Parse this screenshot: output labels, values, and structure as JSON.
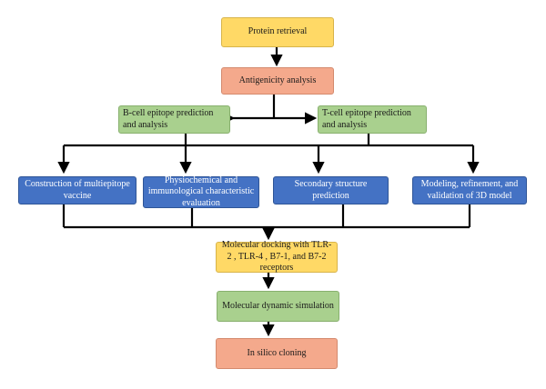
{
  "nodes": {
    "protein_retrieval": "Protein retrieval",
    "antigenicity_analysis": "Antigenicity analysis",
    "b_cell": "B-cell epitope prediction and analysis",
    "t_cell": "T-cell epitope prediction and analysis",
    "multiepitope": "Construction of multiepitope vaccine",
    "physicochemical": "Physiochemical and immunological characteristic evaluation",
    "secondary": "Secondary structure prediction",
    "modeling": "Modeling, refinement, and validation of 3D model",
    "docking": "Molecular docking with TLR-2 , TLR-4 , B7-1, and B7-2 receptors",
    "md_simulation": "Molecular dynamic simulation",
    "cloning": "In silico cloning"
  },
  "colors": {
    "yellow": "#ffd966",
    "salmon": "#f4a98c",
    "green": "#a9d08e",
    "blue": "#4472c4",
    "line": "#000000"
  }
}
